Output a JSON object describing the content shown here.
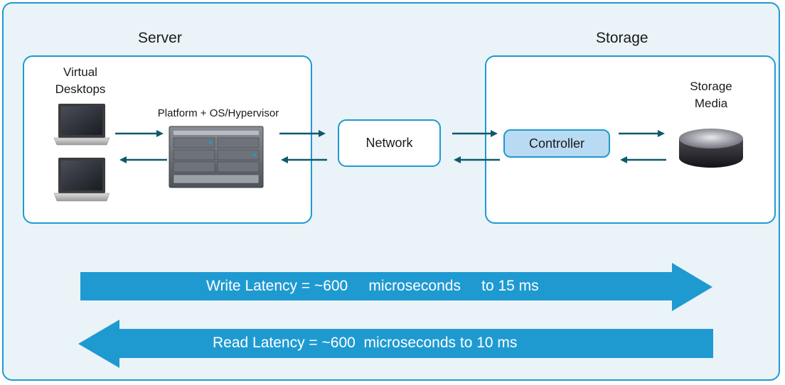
{
  "server": {
    "title": "Server",
    "desktops_label": "Virtual\nDesktops",
    "platform_label": "Platform + OS/Hypervisor"
  },
  "storage": {
    "title": "Storage",
    "media_label": "Storage\nMedia",
    "controller_label": "Controller"
  },
  "network": {
    "label": "Network"
  },
  "latency": {
    "write_label": "Write Latency = ~600     microseconds     to 15 ms",
    "read_label": "Read Latency = ~600  microseconds to 10 ms"
  },
  "colors": {
    "accent": "#1f9ad1",
    "arrow": "#0d5a6b",
    "background": "#eaf3f8",
    "controller_fill": "#b8daf2"
  },
  "icons": [
    "laptop-icon",
    "server-chassis-icon",
    "storage-disk-icon"
  ]
}
